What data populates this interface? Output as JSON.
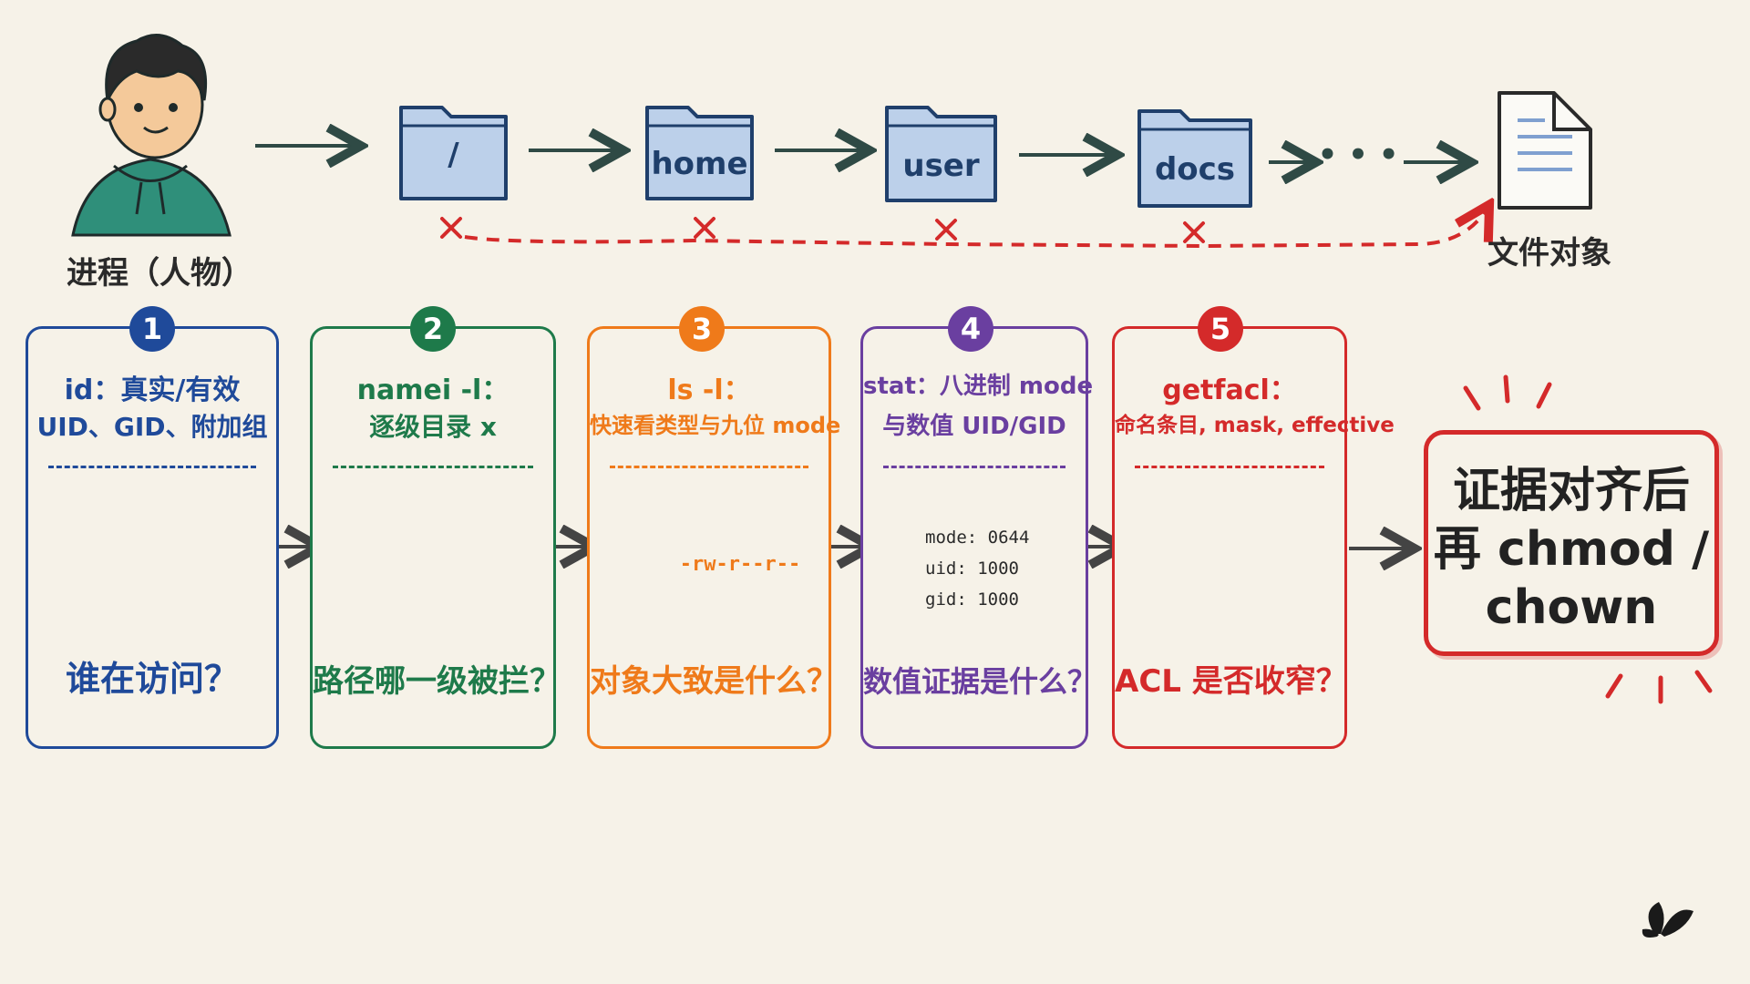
{
  "top": {
    "person_label": "进程（人物）",
    "folders": [
      "/",
      "home",
      "user",
      "docs"
    ],
    "ellipsis": "• • •",
    "file_label": "文件对象"
  },
  "steps": [
    {
      "number": "1",
      "title": "id：真实/有效",
      "subtitle": "UID、GID、附加组",
      "question": "谁在访问？",
      "color": "#1f4a9a"
    },
    {
      "number": "2",
      "title": "namei -l：",
      "subtitle": "逐级目录 x",
      "question": "路径哪一级被拦？",
      "color": "#1e7a4a"
    },
    {
      "number": "3",
      "title": "ls -l：",
      "subtitle": "快速看类型与九位 mode",
      "question": "对象大致是什么？",
      "color": "#ef7a1a",
      "perm_text": "-rw-r--r--"
    },
    {
      "number": "4",
      "title": "stat：八进制 mode",
      "subtitle": "与数值 UID/GID",
      "question": "数值证据是什么？",
      "color": "#6a3fa0",
      "clipboard": [
        "mode: 0644",
        "uid:   1000",
        "gid:   1000"
      ]
    },
    {
      "number": "5",
      "title": "getfacl：",
      "subtitle": "命名条目, mask, effective",
      "question": "ACL 是否收窄？",
      "color": "#d42a2a"
    }
  ],
  "final": {
    "line1": "证据对齐后",
    "line2": "再 chmod /",
    "line3": "chown",
    "color": "#d42a2a"
  }
}
